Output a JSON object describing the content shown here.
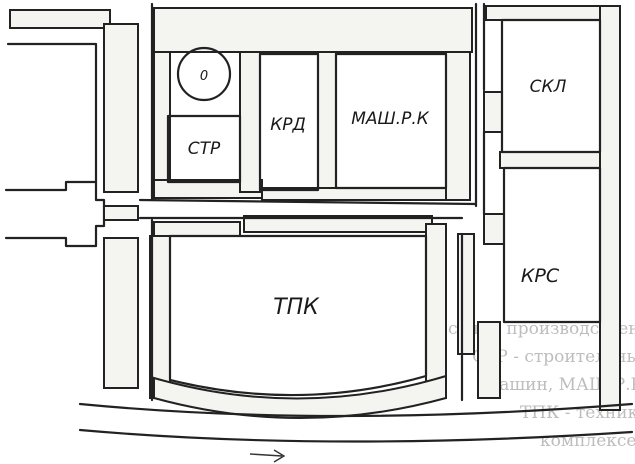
{
  "blocks": {
    "str": "СТР",
    "krd": "КРД",
    "mash": "МАШ.Р.К",
    "skl": "СКЛ",
    "krs": "КРС",
    "tpk": "ТПК",
    "pond": "0"
  },
  "bleed_text": [
    "сения производственных комплексов в про",
    "СТР - строительный комплекс, КРД - ко",
    "машин, МАШ.Р.К - ремонтно-механический",
    "ТПК - технико-эксплуатационный комплекс."
  ]
}
